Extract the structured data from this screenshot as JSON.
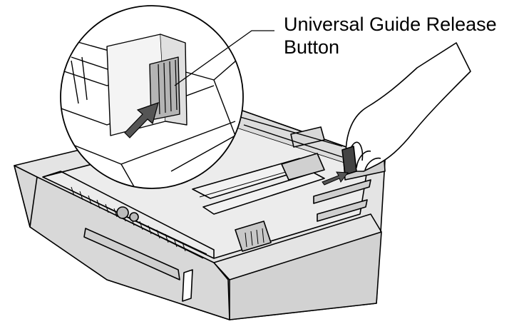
{
  "callout": {
    "line1": "Universal Guide Release",
    "line2": "Button"
  },
  "colors": {
    "line": "#000000",
    "paper": "#ffffff",
    "tray": "#e4e4e4",
    "tray_shade": "#d2d2d2",
    "tray_dark": "#b4b4b4",
    "arrow": "#555555"
  },
  "icons": [
    "magnifier-circle",
    "hand",
    "arrow-right",
    "release-button"
  ]
}
